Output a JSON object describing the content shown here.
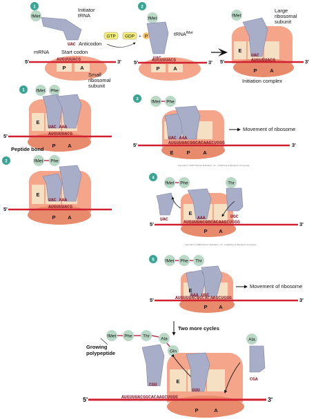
{
  "steps": {
    "init1": "1",
    "init2": "2",
    "e1": "1",
    "e2": "2",
    "e3": "3",
    "e4": "4",
    "e5": "5"
  },
  "labels": {
    "fmet": "fMet",
    "initiator_trna": "Initiator\ntRNA",
    "anticodon": "Anticodon",
    "mrna": "mRNA",
    "start_codon": "Start codon",
    "small_subunit": "Small\nribosomal\nsubunit",
    "trna_fmet": "tRNA",
    "trna_fmet_sup": "fMet",
    "large_subunit": "Large\nribosomal\nsubunit",
    "initiation_complex": "Initiation complex",
    "peptide_bond": "Peptide bond",
    "movement": "Movement of ribosome",
    "two_more_cycles": "Two more cycles",
    "growing_polypeptide": "Growing\npolypeptide",
    "five": "5'",
    "three": "3'",
    "site_e": "E",
    "site_p": "P",
    "site_a": "A"
  },
  "amino_acids": {
    "fmet": "fMet",
    "phe": "Phe",
    "thr": "Thr",
    "ala": "Ala",
    "gln": "Gln"
  },
  "factors": {
    "gtp": "GTP",
    "gdp": "GDP",
    "plus": "+",
    "p": "P"
  },
  "sequences": {
    "init_mrna": "AUGUUUACG",
    "init_anticodon": "UAC",
    "e1_anticodons": "UAC AAA",
    "e1_mrna": "AUGUUUACG",
    "e3_mrna": "AUGUUUACGGCACAAGCUGGG",
    "e3_anticodons": "UAC AAA",
    "e4_mrna": "AUGUUUACGGCACAAGCUGGG",
    "e4_trna_left": "UAC",
    "e4_trna_mid": "AAA",
    "e4_trna_right": "UGC",
    "e5_mrna": "AUGUUUACGGCACAAGCUGGG",
    "e5_anticodons": "AAA UGC",
    "final_mrna": "AUGUUUACGGCACAAGCUGGG",
    "final_left": "CGU",
    "final_mid": "GUU",
    "final_right": "CGA"
  },
  "copyright": "Copyright © 2006 Pearson Education, Inc., publishing as Benjamin Cummings.",
  "colors": {
    "ribosome": "#f4a58a",
    "ribosome_dark": "#e88a6c",
    "site": "#f6e0c4",
    "trna": "#a8adc8",
    "trna_dark": "#7d84a8",
    "aa": "#b9d8c6",
    "mrna": "#d02030",
    "step": "#3aa595"
  }
}
